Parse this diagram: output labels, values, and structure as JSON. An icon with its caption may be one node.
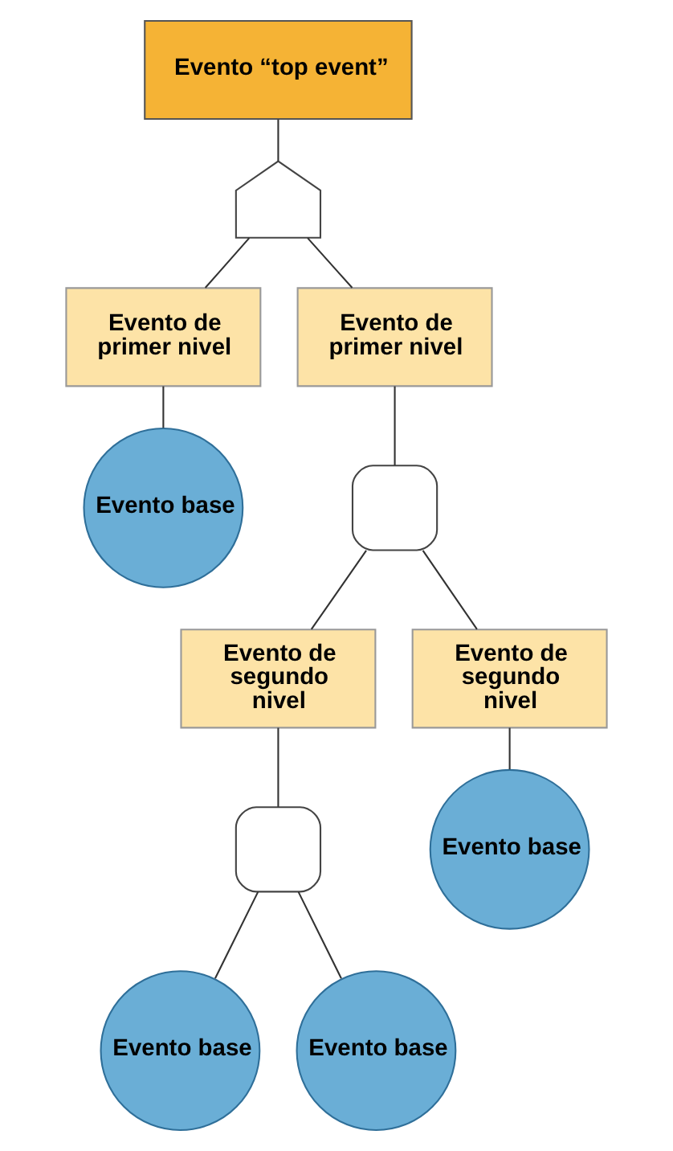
{
  "diagram": {
    "nodes": [
      {
        "text": [
          "Evento “top event”"
        ]
      },
      {
        "text": [],
        "shape": "gate"
      },
      {
        "text": [
          "Evento de primer nivel"
        ]
      },
      {
        "text": [
          "Evento de primer nivel"
        ]
      },
      {
        "text": [
          "Evento base"
        ]
      },
      {
        "text": [],
        "shape": "gate"
      },
      {
        "text": [
          "Evento de segundo nivel"
        ]
      },
      {
        "text": [
          "Evento de segundo nivel"
        ]
      },
      {
        "text": [],
        "shape": "gate"
      },
      {
        "text": [
          "Evento base"
        ]
      },
      {
        "text": [
          "Evento base"
        ]
      },
      {
        "text": [
          "Evento base"
        ]
      }
    ],
    "edges": [
      {
        "from": 0,
        "to": 1,
        "arrow": "none"
      },
      {
        "from": 1,
        "to": 2,
        "arrow": "none"
      },
      {
        "from": 1,
        "to": 3,
        "arrow": "none"
      },
      {
        "from": 2,
        "to": 4,
        "arrow": "none"
      },
      {
        "from": 3,
        "to": 5,
        "arrow": "none"
      },
      {
        "from": 5,
        "to": 6,
        "arrow": "none"
      },
      {
        "from": 5,
        "to": 7,
        "arrow": "none"
      },
      {
        "from": 6,
        "to": 8,
        "arrow": "none"
      },
      {
        "from": 7,
        "to": 9,
        "arrow": "none"
      },
      {
        "from": 8,
        "to": 10,
        "arrow": "none"
      },
      {
        "from": 8,
        "to": 11,
        "arrow": "none"
      }
    ]
  }
}
